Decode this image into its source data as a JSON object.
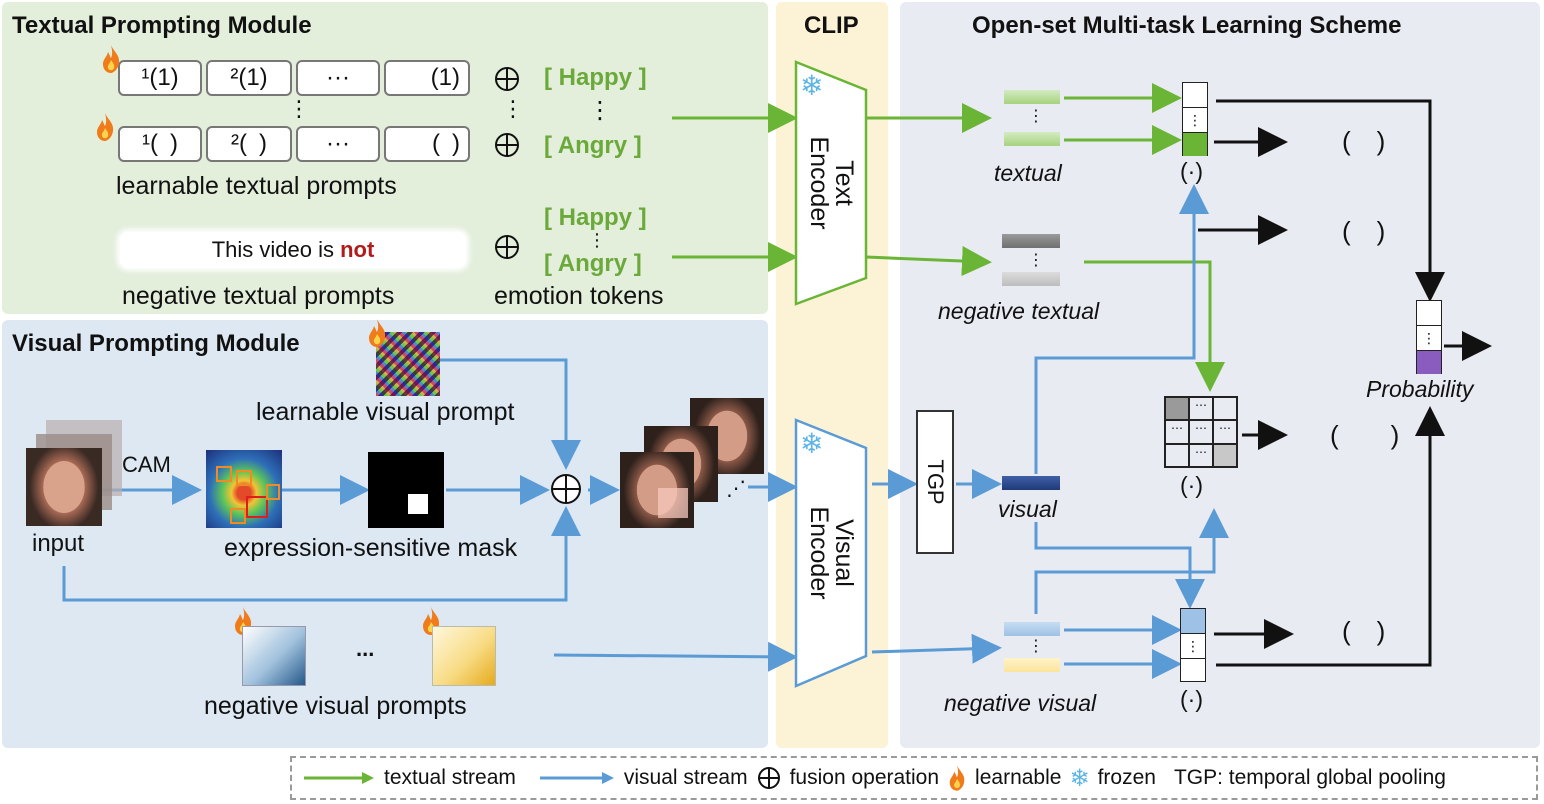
{
  "panels": {
    "textual": "Textual Prompting Module",
    "clip": "CLIP",
    "openset": "Open-set Multi-task Learning Scheme",
    "visual": "Visual Prompting Module"
  },
  "textual": {
    "row1": [
      "¹(1)",
      "²(1)",
      "···",
      "(1)"
    ],
    "row2": [
      "¹( )",
      "²( )",
      "···",
      "( )"
    ],
    "learnable_label": "learnable textual prompts",
    "negative_prefix": "This video is ",
    "negative_word": "not",
    "negative_label": "negative textual prompts",
    "emotion_label": "emotion tokens",
    "tok_happy": "[ Happy ]",
    "tok_angry": "[ Angry ]",
    "vdots": "⋮"
  },
  "encoders": {
    "text": "Text Encoder",
    "visual": "Visual Encoder",
    "tgp": "TGP"
  },
  "visual": {
    "prompt_label": "learnable visual prompt",
    "cam": "CAM",
    "input": "input",
    "mask_label": "expression-sensitive mask",
    "neg_label": "negative visual prompts",
    "dots": "...",
    "ellipsis": "⋰"
  },
  "openset": {
    "textual": "textual",
    "negative_textual": "negative textual",
    "visual": "visual",
    "negative_visual": "negative visual",
    "probability": "Probability",
    "sim": "(·)",
    "paren": "( )",
    "paren_wide": "(  )"
  },
  "legend": {
    "textual_stream": "textual stream",
    "visual_stream": "visual stream",
    "fusion": "fusion operation",
    "learnable": "learnable",
    "frozen": "frozen",
    "tgp": "TGP: temporal global pooling"
  },
  "colors": {
    "textual_panel": "#e3eedb",
    "visual_panel": "#dde8f3",
    "clip_panel": "#fcf3d6",
    "openset_panel": "#e9ebf3",
    "green": "#6ab536",
    "blue": "#5b9bd5",
    "neg_red": "#b01c1c"
  }
}
